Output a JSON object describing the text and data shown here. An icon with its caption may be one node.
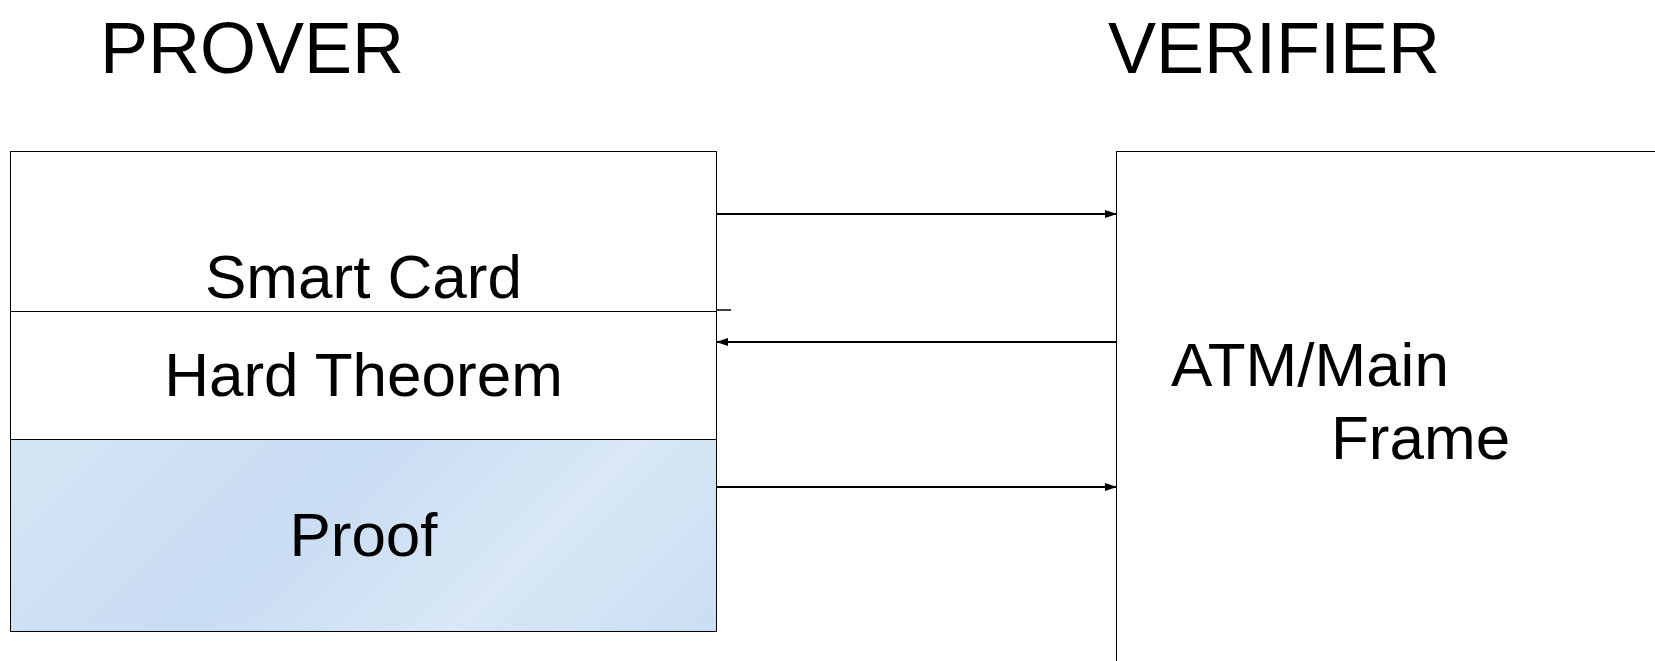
{
  "diagram": {
    "nodes": [
      {
        "text": [
          "PROVER"
        ]
      },
      {
        "text": [
          "Smart Card"
        ],
        "in": 0
      },
      {
        "text": [
          "Hard Theorem"
        ],
        "in": 0
      },
      {
        "text": [
          "Proof"
        ],
        "in": 0
      },
      {
        "text": [
          "VERIFIER",
          "ATM/Main Frame"
        ]
      }
    ],
    "edges": [
      {
        "from": 0,
        "to": 4,
        "arrow": "to"
      },
      {
        "from": 4,
        "to": 0,
        "arrow": "to"
      },
      {
        "from": 0,
        "to": 4,
        "arrow": "to"
      }
    ]
  }
}
